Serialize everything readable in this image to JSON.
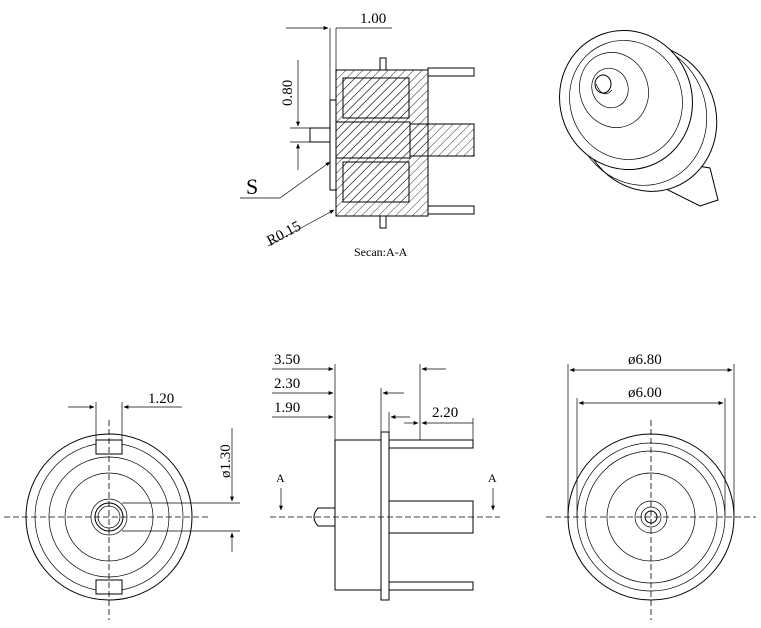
{
  "section_view": {
    "dim_top": "1.00",
    "dim_left": "0.80",
    "label_s": "S",
    "label_radius": "R0.15",
    "caption": "Secan:A-A"
  },
  "front_view": {
    "dim_slot": "1.20",
    "dim_hole": "ø1.30"
  },
  "side_view": {
    "dim_a": "3.50",
    "dim_b": "2.30",
    "dim_c": "1.90",
    "dim_pin": "2.20",
    "section_mark_left": "A",
    "section_mark_right": "A"
  },
  "rear_view": {
    "dim_outer": "ø6.80",
    "dim_inner": "ø6.00"
  }
}
